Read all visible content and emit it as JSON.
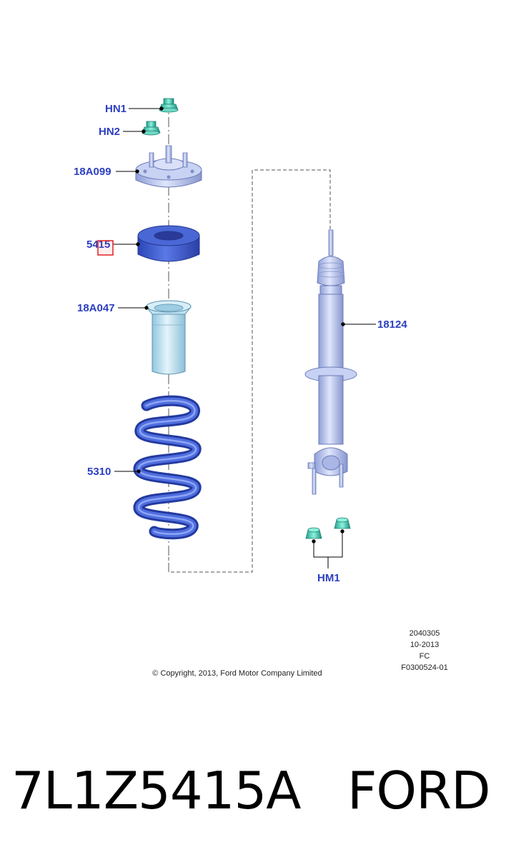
{
  "diagram": {
    "callouts": {
      "hn1": "HN1",
      "hn2": "HN2",
      "mount": "18A099",
      "insulator": "5415",
      "boot": "18A047",
      "spring": "5310",
      "strut": "18124",
      "hm1": "HM1"
    },
    "info": {
      "line1": "2040305",
      "line2": "10-2013",
      "line3": "FC",
      "line4": "F0300524-01"
    },
    "copyright": "© Copyright, 2013, Ford Motor Company Limited",
    "highlight_color": "#e02020",
    "label_color": "#2b3fc0"
  },
  "footer": {
    "part_number": "7L1Z5415A",
    "brand": "FORD"
  }
}
